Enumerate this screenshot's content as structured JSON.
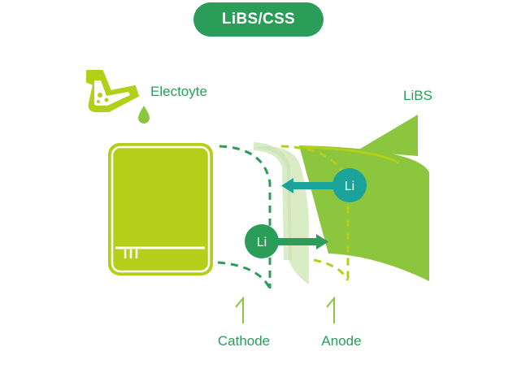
{
  "title": "LiBS/CSS",
  "labels": {
    "electrolyte": "Electoyte",
    "libs": "LiBS",
    "cathode": "Cathode",
    "anode": "Anode"
  },
  "ions": {
    "upper": "Li",
    "lower": "Li"
  },
  "colors": {
    "dark_green": "#2a9d58",
    "lime": "#b3cf1a",
    "light_green": "#8cc63f",
    "teal": "#1aa39a",
    "pale_green": "#d9ecc4"
  },
  "icons": [
    "flask-icon",
    "droplet-icon",
    "battery-cell-icon",
    "arrow-left-icon",
    "arrow-right-icon"
  ]
}
